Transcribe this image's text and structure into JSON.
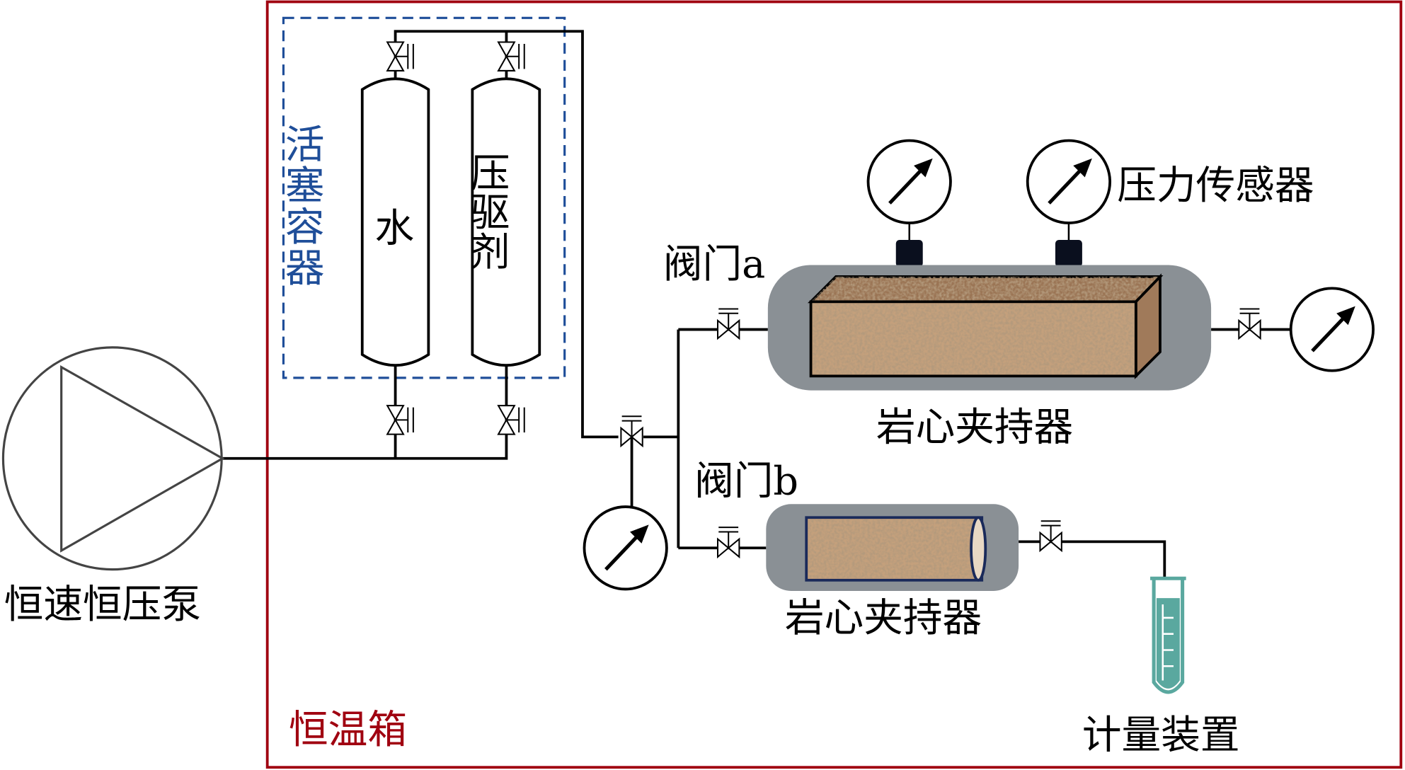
{
  "labels": {
    "oven": "恒温箱",
    "piston_container": "活塞容器",
    "water": "水",
    "displacement_agent": "压驱剂",
    "pump": "恒速恒压泵",
    "valve_a": "阀门a",
    "valve_b": "阀门b",
    "pressure_sensor": "压力传感器",
    "core_holder_large": "岩心夹持器",
    "core_holder_small": "岩心夹持器",
    "metering_device": "计量装置"
  },
  "colors": {
    "oven_border": "#a00010",
    "piston_box": "#1f4e99",
    "holder_gray": "#8a9095",
    "core_sand": "#a88260",
    "test_tube": "#5aa89f"
  },
  "icons": [
    "pump-icon",
    "valve-icon",
    "pressure-gauge-icon",
    "test-tube-icon",
    "core-holder-icon"
  ]
}
